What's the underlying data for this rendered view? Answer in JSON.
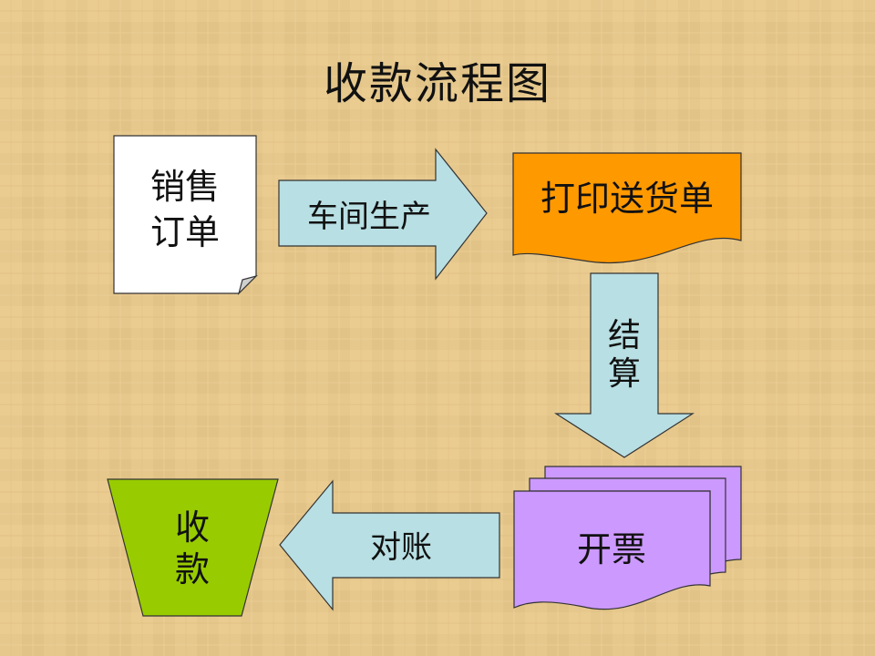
{
  "title": "收款流程图",
  "nodes": {
    "sales_order": {
      "line1": "销售",
      "line2": "订单"
    },
    "print_delivery": {
      "label": "打印送货单"
    },
    "invoice": {
      "label": "开票"
    },
    "collect": {
      "line1": "收",
      "line2": "款"
    }
  },
  "arrows": {
    "production": {
      "label": "车间生产"
    },
    "settlement": {
      "line1": "结",
      "line2": "算"
    },
    "reconcile": {
      "label": "对账"
    }
  },
  "colors": {
    "background": "#e8c98c",
    "sales_order_fill": "#ffffff",
    "print_delivery_fill": "#ff9900",
    "invoice_fill": "#cc99ff",
    "collect_fill": "#99cc00",
    "arrow_fill": "#b8dfe3"
  }
}
